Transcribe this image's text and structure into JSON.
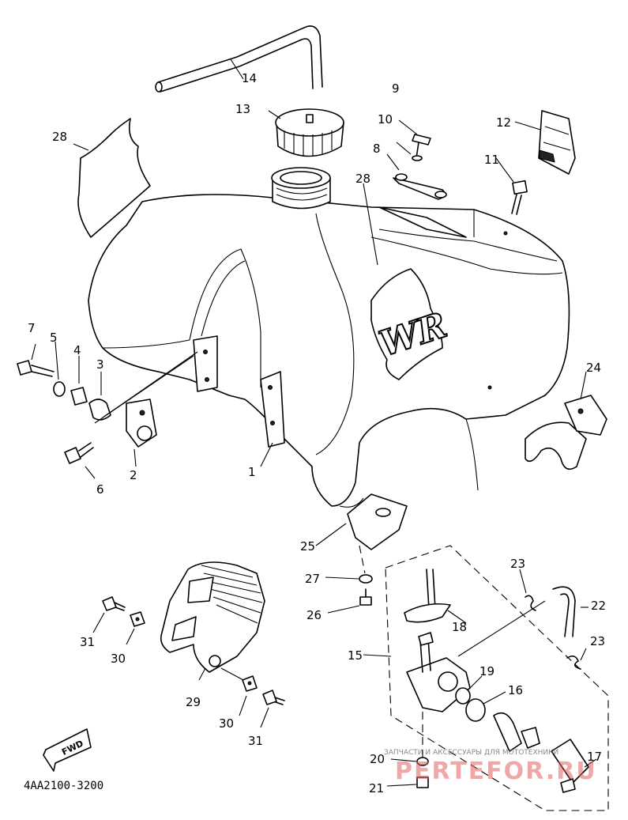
{
  "diagram": {
    "part_code": "4AA2100-3200",
    "fwd_label": "FWD",
    "emblem_text": "WR",
    "watermark_top": "ЗАПЧАСТИ И АКСЕССУАРЫ ДЛЯ МОТОТЕХНИКИ",
    "watermark_brand": "PERTEFOR.RU",
    "labels": [
      "1",
      "2",
      "3",
      "4",
      "5",
      "6",
      "7",
      "8",
      "9",
      "10",
      "11",
      "12",
      "13",
      "14",
      "15",
      "16",
      "17",
      "18",
      "19",
      "20",
      "21",
      "22",
      "23",
      "23",
      "24",
      "25",
      "26",
      "27",
      "28",
      "28",
      "29",
      "30",
      "30",
      "31",
      "31"
    ]
  }
}
